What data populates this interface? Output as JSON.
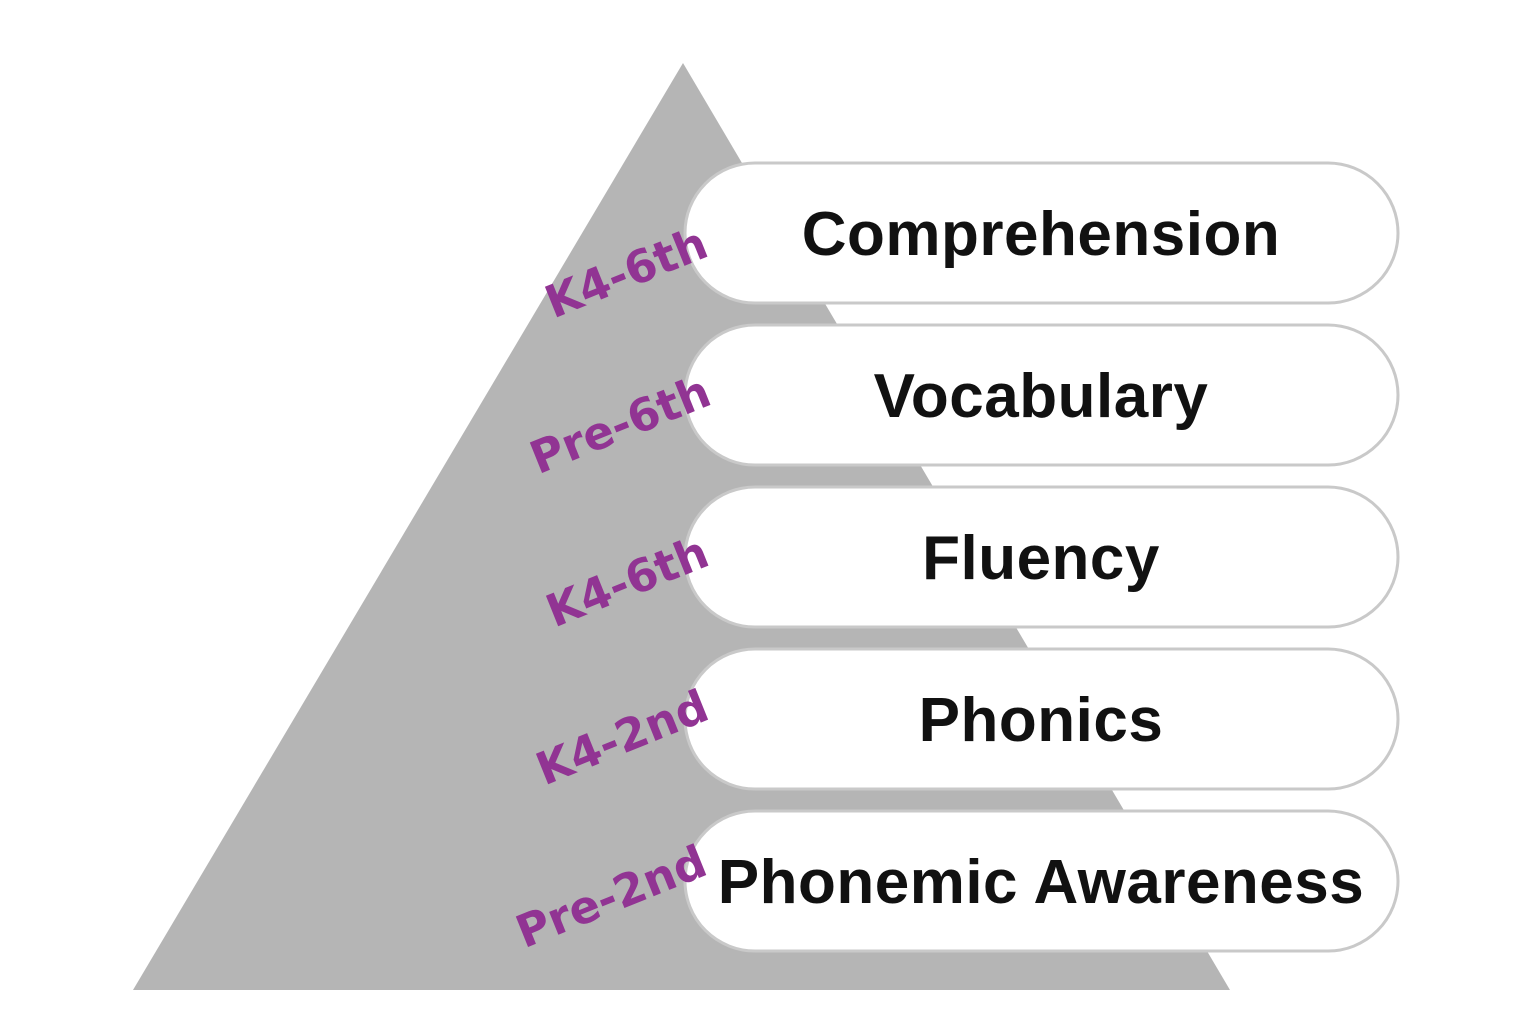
{
  "diagram": {
    "type": "pyramid",
    "subject": "reading-skills-pyramid",
    "background": "#ffffff",
    "colors": {
      "triangle": "#b5b5b5",
      "pill_fill": "#ffffff",
      "pill_border": "#c9c9c9",
      "level_text": "#111111",
      "grade_text": "#913493"
    },
    "levels": [
      {
        "label": "Comprehension",
        "grade": "K4-6th"
      },
      {
        "label": "Vocabulary",
        "grade": "Pre-6th"
      },
      {
        "label": "Fluency",
        "grade": "K4-6th"
      },
      {
        "label": "Phonics",
        "grade": "K4-2nd"
      },
      {
        "label": "Phonemic Awareness",
        "grade": "Pre-2nd"
      }
    ]
  }
}
